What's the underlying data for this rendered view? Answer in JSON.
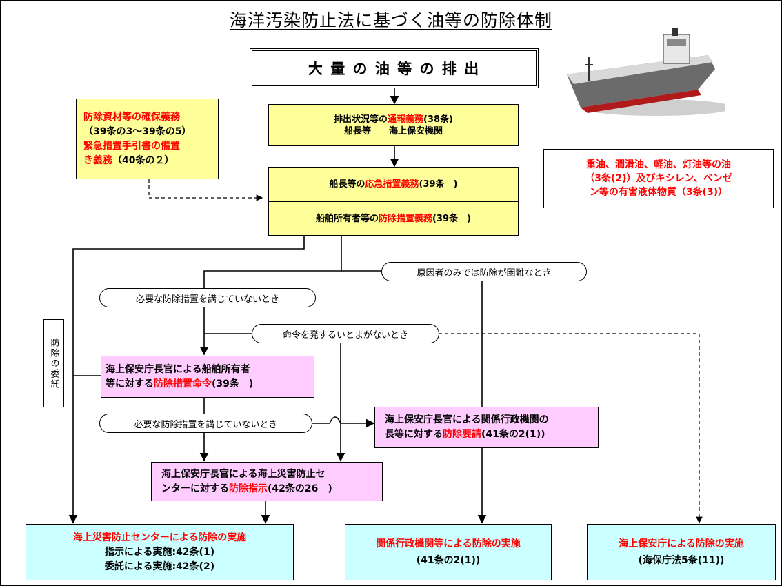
{
  "title": "海洋汚染防止法に基づく油等の防除体制",
  "discharge": "大 量 の 油 等 の 排 出",
  "report": {
    "line1_a": "排出状況等の",
    "line1_red": "通報義務",
    "line1_b": "(38条)",
    "line2": "船長等　　海上保安機関"
  },
  "materials": {
    "red1": "防除資材等の確保義務",
    "line2": "（39条の3～39条の5）",
    "red3": "緊急措置手引書の備置",
    "red4": "き義務",
    "black4": "（40条の２）"
  },
  "oil_types": {
    "line1": "重油、潤滑油、軽油、灯油等の油",
    "line2": "（3条(2)）及びキシレン、ベンゼ",
    "line3": "ン等の有害液体物質（3条(3)）"
  },
  "emergency": {
    "a": "船長等の",
    "red": "応急措置義務",
    "b": "(39条　)"
  },
  "prevention": {
    "a": "船舶所有者等の",
    "red": "防除措置義務",
    "b": "(39条　)"
  },
  "cond_difficult": "原因者のみでは防除が困難なとき",
  "cond_not_taken_1": "必要な防除措置を講じていないとき",
  "cond_no_time": "命令を発するいとまがないとき",
  "cond_not_taken_2": "必要な防除措置を講じていないとき",
  "entrust": "防除の委託",
  "order": {
    "line1": "海上保安庁長官による船舶所有者",
    "a": "等に対する",
    "red": "防除措置命令",
    "b": "(39条　)"
  },
  "request": {
    "line1": "海上保安庁長官による関係行政機関の",
    "a": "長等に対する",
    "red": "防除要請",
    "b": "(41条の2(1))"
  },
  "instruct": {
    "line1": "海上保安庁長官による海上災害防止セ",
    "a": "ンターに対する",
    "red": "防除指示",
    "b": "(42条の26　)"
  },
  "result_center": {
    "title": "海上災害防止センターによる防除の実施",
    "line2": "指示による実施:42条(1)",
    "line3": "委託による実施:42条(2)"
  },
  "result_agencies": {
    "title": "関係行政機関等による防除の実施",
    "line2": "(41条の2(1))"
  },
  "result_coastguard": {
    "title": "海上保安庁による防除の実施",
    "line2": "(海保庁法5条(11))"
  }
}
